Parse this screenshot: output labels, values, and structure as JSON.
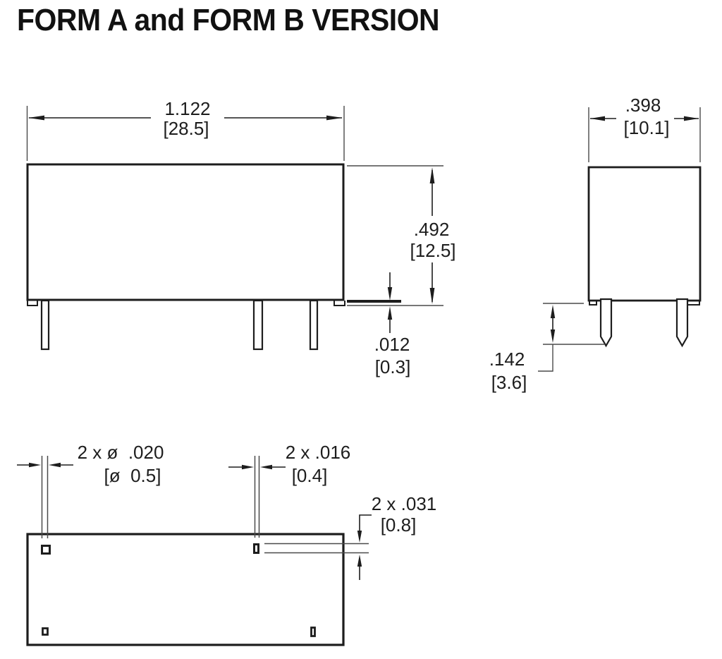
{
  "title": "FORM A and FORM B VERSION",
  "colors": {
    "line": "#1d1d1d",
    "thin_line": "#4a4a4a",
    "background": "#ffffff"
  },
  "dimensions": {
    "body_width": {
      "inch": "1.122",
      "mm": "[28.5]"
    },
    "body_height": {
      "inch": ".492",
      "mm": "[12.5]"
    },
    "standoff": {
      "inch": ".012",
      "mm": "[0.3]"
    },
    "body_depth": {
      "inch": ".398",
      "mm": "[10.1]"
    },
    "pin_length": {
      "inch": ".142",
      "mm": "[3.6]"
    },
    "pin_diameter": {
      "inch": "2 x ø  .020",
      "mm": "[ø  0.5]"
    },
    "pin_width": {
      "inch": "2 x .016",
      "mm": "[0.4]"
    },
    "pin_offset": {
      "inch": "2 x .031",
      "mm": "[0.8]"
    }
  }
}
